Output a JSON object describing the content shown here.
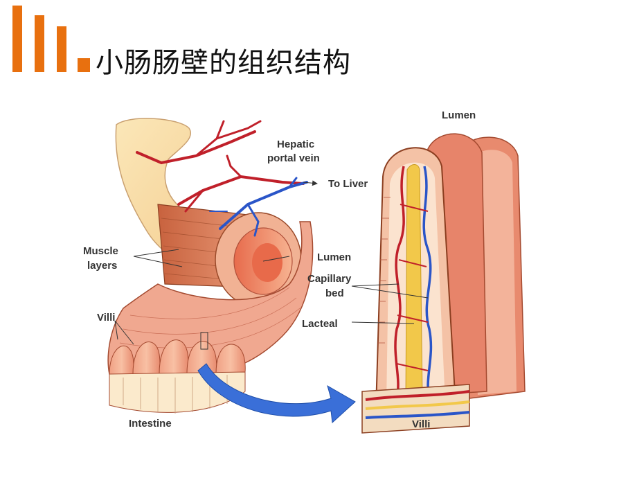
{
  "slide": {
    "title": "小肠肠壁的组织结构"
  },
  "accent_color": "#e8700f",
  "diagram": {
    "labels": {
      "hepatic_line1": "Hepatic",
      "hepatic_line2": "portal vein",
      "to_liver": "To Liver",
      "muscle_line1": "Muscle",
      "muscle_line2": "layers",
      "lumen_left": "Lumen",
      "capillary_line1": "Capillary",
      "capillary_line2": "bed",
      "villi_left": "Villi",
      "lacteal": "Lacteal",
      "intestine": "Intestine",
      "lumen_right": "Lumen",
      "villi_right": "Villi"
    },
    "colors": {
      "artery": "#c0202a",
      "vein": "#2a55c8",
      "tissue": "#e8907a",
      "lacteal": "#f2c84a",
      "arrow": "#3a6fd8"
    }
  }
}
